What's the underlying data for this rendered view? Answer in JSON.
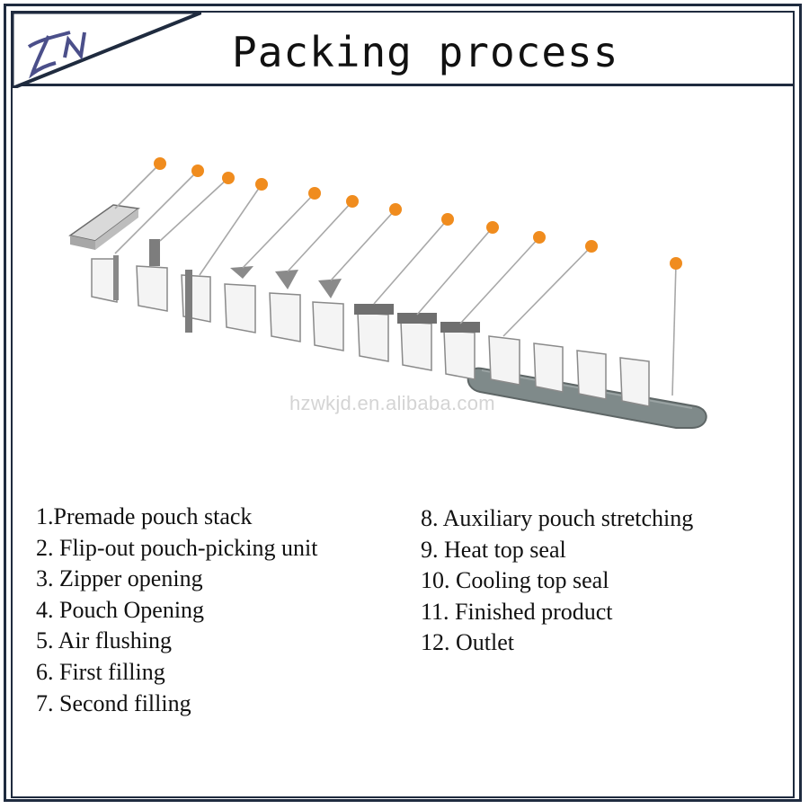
{
  "title": "Packing process",
  "watermark": "hzwkjd.en.alibaba.com",
  "colors": {
    "frame": "#1f2b3f",
    "callout_dot": "#f08c1e",
    "callout_line": "#a8a8a8",
    "conveyor": "#7f8a8a",
    "pouch_outline": "#8a8a8a"
  },
  "steps_left": [
    "1.Premade pouch stack",
    "2. Flip-out pouch-picking unit",
    "3. Zipper opening",
    "4. Pouch Opening",
    "5. Air flushing",
    "6. First filling",
    "7. Second filling"
  ],
  "steps_right": [
    "8. Auxiliary pouch stretching",
    "9. Heat top seal",
    "10. Cooling top seal",
    "11. Finished product",
    "12. Outlet"
  ]
}
